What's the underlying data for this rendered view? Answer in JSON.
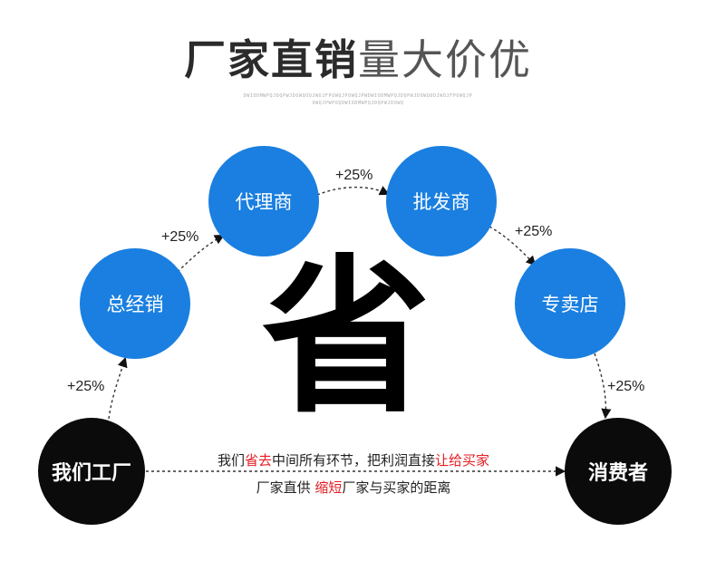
{
  "title": {
    "bold": "厂家直销",
    "light": "量大价优"
  },
  "subtitle_lines": [
    "DWIODMWPQJDQPWJDOWQODJWOJFPOWQJPOWQJPWDWIODMWPQJDQPWJDOWQODJWOJFPOWQJP",
    "OWQJPWPOQDWIODMWPQJDQPWJDOWQ"
  ],
  "nodes": {
    "factory": "我们工厂",
    "distributor": "总经销",
    "agent": "代理商",
    "wholesaler": "批发商",
    "store": "专卖店",
    "consumer": "消费者"
  },
  "markups": {
    "factory_to_distributor": "+25%",
    "distributor_to_agent": "+25%",
    "agent_to_wholesaler": "+25%",
    "wholesaler_to_store": "+25%",
    "store_to_consumer": "+25%"
  },
  "center_char": "省",
  "caption_top": {
    "p1": "我们",
    "p2": "省去",
    "p3": "中间所有环节，把利润直接",
    "p4": "让给买家"
  },
  "caption_bottom": {
    "p1": "厂家直供 ",
    "p2": "缩短",
    "p3": "厂家与买家的距离"
  },
  "colors": {
    "node_blue": "#1a7fe0",
    "node_black": "#0b0b0b",
    "highlight_red": "#e51c23"
  }
}
